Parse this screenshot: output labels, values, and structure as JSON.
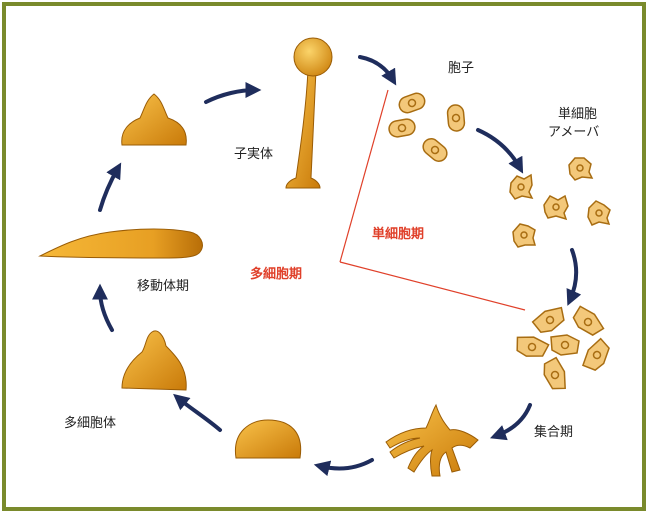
{
  "labels": {
    "spores": "胞子",
    "amoeba_line1": "単細胞",
    "amoeba_line2": "アメーバ",
    "fruiting_body": "子実体",
    "unicellular_phase": "単細胞期",
    "multicellular_phase": "多細胞期",
    "migration_phase": "移動体期",
    "aggregation_phase": "集合期",
    "multicellular_body": "多細胞体"
  },
  "colors": {
    "frame": "#7a8a2c",
    "arrow": "#1f2d5c",
    "cell_fill": "#f3c87a",
    "cell_stroke": "#b07a1c",
    "phase_line": "#e0402a",
    "phase_text": "#e0402a",
    "body_gradient_light": "#f7b733",
    "body_gradient_dark": "#c97a09"
  }
}
